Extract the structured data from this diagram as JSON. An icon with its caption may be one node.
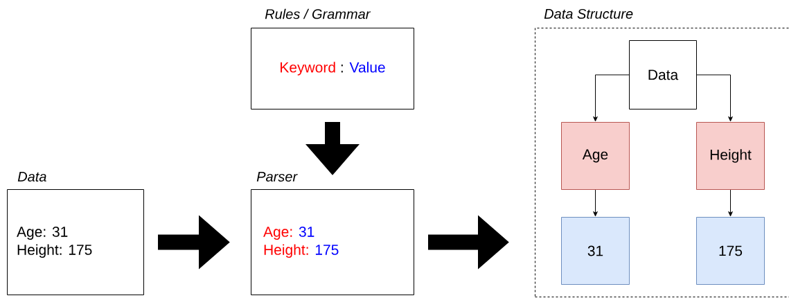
{
  "diagram": {
    "nodes": [
      {
        "text": [
          "Data",
          "Age: 31 Height: 175"
        ]
      },
      {
        "text": [
          "Rules / Grammar",
          "Keyword",
          ":",
          "Value"
        ]
      },
      {
        "text": [
          "Parser",
          "Age:",
          "31",
          "Height:",
          "175"
        ]
      },
      {
        "text": [
          "Data Structure"
        ]
      },
      {
        "text": [
          "Data"
        ],
        "in": 3
      },
      {
        "text": [
          "Age"
        ],
        "in": 3
      },
      {
        "text": [
          "Height"
        ],
        "in": 3
      },
      {
        "text": [
          "31"
        ],
        "in": 3
      },
      {
        "text": [
          "175"
        ],
        "in": 3
      }
    ],
    "edges": [
      {
        "from": 1,
        "to": 2,
        "arrow": "to",
        "style": "thick"
      },
      {
        "from": 0,
        "to": 2,
        "arrow": "to",
        "style": "thick"
      },
      {
        "from": 2,
        "to": 3,
        "arrow": "to",
        "style": "thick"
      },
      {
        "from": 4,
        "to": 5,
        "arrow": "to"
      },
      {
        "from": 4,
        "to": 6,
        "arrow": "to"
      },
      {
        "from": 5,
        "to": 7,
        "arrow": "to"
      },
      {
        "from": 6,
        "to": 8,
        "arrow": "to"
      }
    ]
  }
}
